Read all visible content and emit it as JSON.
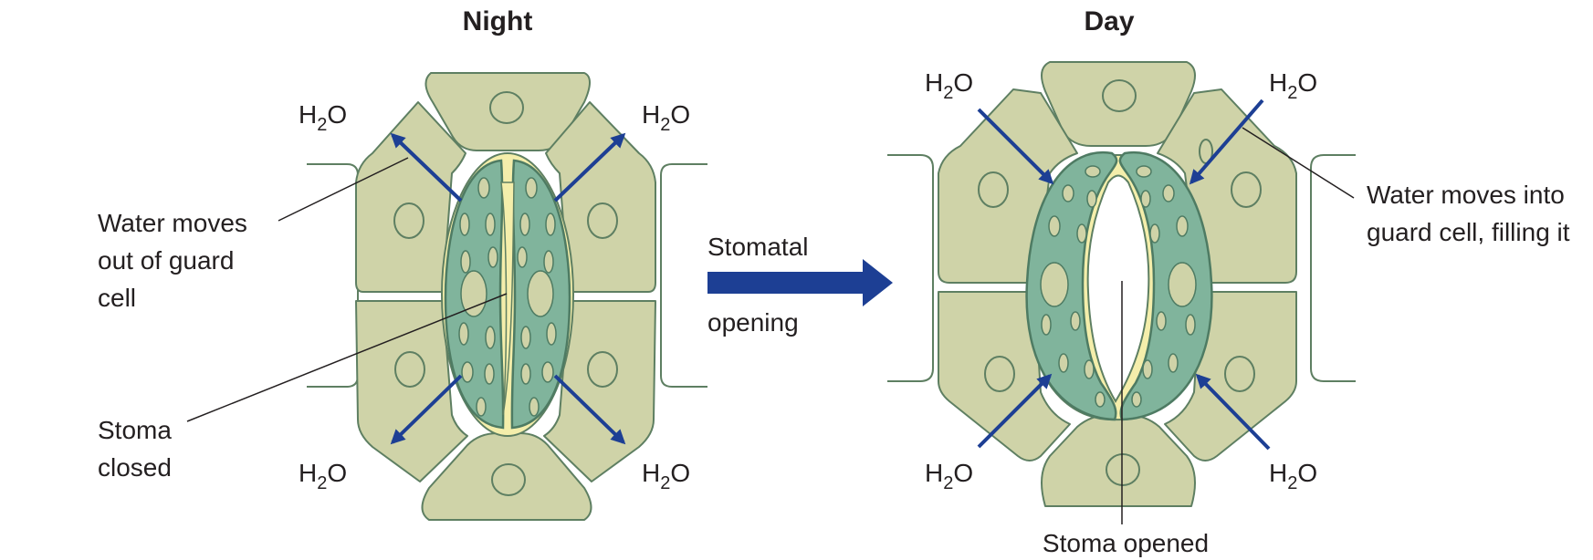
{
  "night": {
    "title": "Night",
    "water_label": [
      "Water moves",
      "out of guard",
      "cell"
    ],
    "stoma_label": [
      "Stoma",
      "closed"
    ],
    "h2o": {
      "main": "H",
      "sub": "2",
      "tail": "O"
    }
  },
  "day": {
    "title": "Day",
    "water_label": [
      "Water moves into",
      "guard cell, filling it"
    ],
    "stoma_label": "Stoma opened",
    "h2o": {
      "main": "H",
      "sub": "2",
      "tail": "O"
    }
  },
  "transition": {
    "label_line1": "Stomatal",
    "label_line2": "opening"
  },
  "colors": {
    "epidermal_fill": "#cfd3a8",
    "epidermal_stroke": "#5e7f62",
    "guard_fill": "#80b49c",
    "guard_stroke": "#4e7b63",
    "vacuole_fill": "#cfd3a8",
    "pore_fill": "#f4eeab",
    "arrow": "#1d3f94",
    "leader": "#231f20"
  }
}
